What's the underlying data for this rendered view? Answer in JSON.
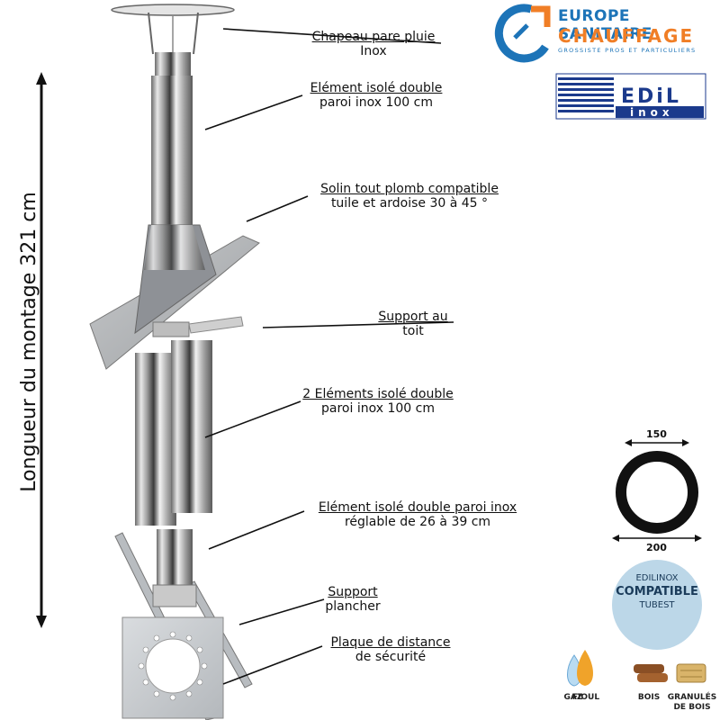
{
  "labels": {
    "chapeau": [
      "Chapeau pare pluie",
      "Inox"
    ],
    "element_top": [
      "Elément isolé double",
      "paroi inox 100 cm"
    ],
    "solin": [
      "Solin tout plomb compatible",
      "tuile et ardoise 30 à 45 °"
    ],
    "support_toit": [
      "Support au",
      "toit"
    ],
    "elements_2": [
      "2 Eléments isolé double",
      "paroi inox 100 cm"
    ],
    "element_reglable": [
      "Elément isolé double paroi inox",
      "réglable de 26 à 39 cm"
    ],
    "support_plancher": [
      "Support",
      "plancher"
    ],
    "plaque": [
      "Plaque de distance",
      "de sécurité"
    ]
  },
  "length_label": "Longueur du montage  321 cm",
  "brand": {
    "line1": "EUROPE SANITAIRE",
    "line2": "CHAUFFAGE",
    "tagline": "GROSSISTE PROS ET PARTICULIERS",
    "edil_top": "EDiL",
    "edil_bottom": "inox"
  },
  "dimensions": {
    "inner": "150",
    "outer": "200"
  },
  "badge": {
    "line1": "EDILINOX",
    "line2": "COMPATIBLE",
    "line3": "TUBEST"
  },
  "fuels": [
    "GAZ",
    "FIOUL",
    "BOIS",
    "GRANULÉS DE BOIS"
  ],
  "colors": {
    "brand_blue": "#1d74b8",
    "brand_orange": "#f07e26",
    "badge_bg": "#bcd7e8",
    "edil_blue": "#1b3a8c"
  }
}
